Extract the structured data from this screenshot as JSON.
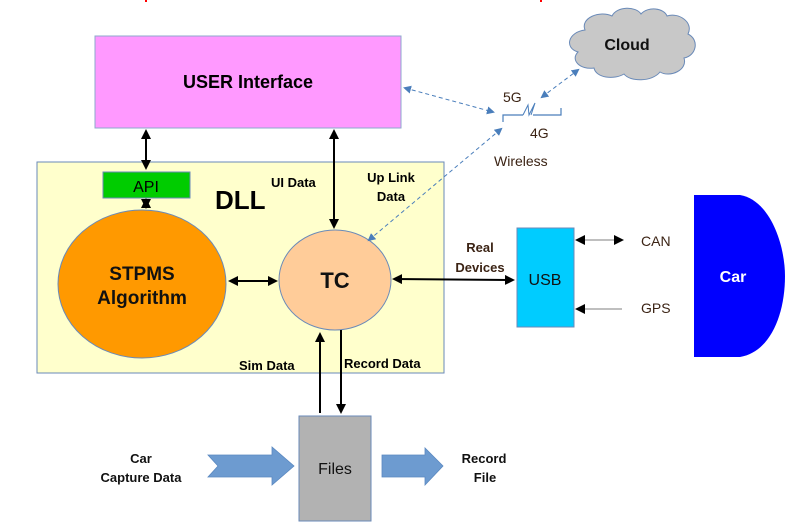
{
  "diagram": {
    "nodes": {
      "user_interface": {
        "label": "USER Interface",
        "fill": "#ff99ff"
      },
      "dll": {
        "label": "DLL",
        "fill": "#ffffcc"
      },
      "api": {
        "label": "API",
        "fill": "#00cc00"
      },
      "stpms": {
        "label_line1": "STPMS",
        "label_line2": "Algorithm",
        "fill": "#ff9900"
      },
      "tc": {
        "label": "TC",
        "fill": "#ffcc99"
      },
      "usb": {
        "label": "USB",
        "fill": "#00ccff"
      },
      "car": {
        "label": "Car",
        "fill": "#0000ff"
      },
      "cloud": {
        "label": "Cloud",
        "fill": "#c8c8c8"
      },
      "files": {
        "label": "Files",
        "fill": "#b2b2b2"
      }
    },
    "labels": {
      "ui_data": "UI Data",
      "up_link_line1": "Up Link",
      "up_link_line2": "Data",
      "real_line1": "Real",
      "real_line2": "Devices",
      "sim_data": "Sim Data",
      "record_data": "Record Data",
      "car_capture_line1": "Car",
      "car_capture_line2": "Capture Data",
      "record_file_line1": "Record",
      "record_file_line2": "File",
      "can": "CAN",
      "gps": "GPS",
      "five_g": "5G",
      "four_g": "4G",
      "wireless": "Wireless"
    },
    "colors": {
      "arrow": "#000000",
      "dashed_link": "#4a7ebb",
      "block_arrow": "#6d9bd0",
      "brown_text": "#3b2314",
      "shape_border": "#6a8ab8"
    }
  }
}
